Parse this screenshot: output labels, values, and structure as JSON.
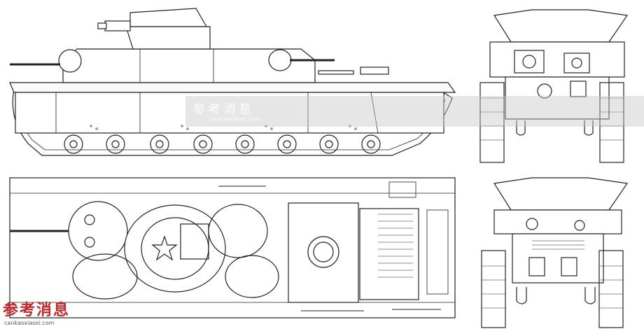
{
  "views": {
    "side": "side-elevation",
    "top": "top-plan",
    "front": "front-elevation",
    "rear": "rear-elevation"
  },
  "watermark": {
    "chinese": "参考消息",
    "url": "cankaoxiaoxi.com"
  },
  "logo": {
    "chinese": "参考消息",
    "url": "cankaoxiaoxi.com",
    "color": "#c0282c"
  },
  "line_color": "#222222"
}
